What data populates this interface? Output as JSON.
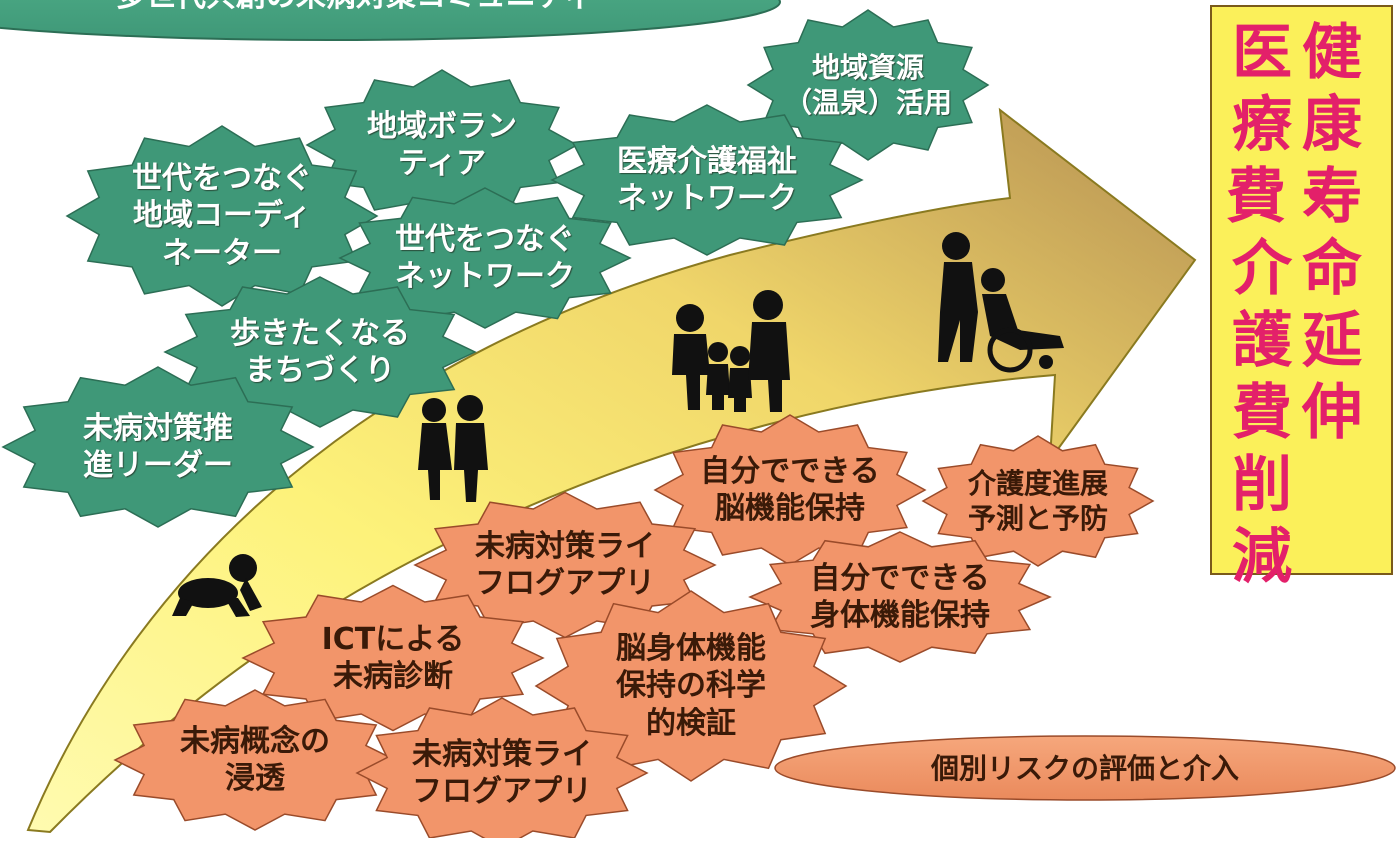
{
  "top_banner": {
    "text": "多世代共創の未病対策コミュニティ"
  },
  "title_columns": {
    "right": "健康寿命延伸",
    "left": "医療費・介護費削減"
  },
  "green_items": [
    {
      "id": "local-resources",
      "text": "地域資源\n（温泉）活用"
    },
    {
      "id": "local-volunteer",
      "text": "地域ボラン\nティア"
    },
    {
      "id": "medical-network",
      "text": "医療介護福祉\nネットワーク"
    },
    {
      "id": "coordinator",
      "text": "世代をつなぐ\n地域コーディ\nネーター"
    },
    {
      "id": "generation-network",
      "text": "世代をつなぐ\nネットワーク"
    },
    {
      "id": "walkable-town",
      "text": "歩きたくなる\nまちづくり"
    },
    {
      "id": "promotion-leader",
      "text": "未病対策推\n進リーダー"
    }
  ],
  "orange_items": [
    {
      "id": "brain-function",
      "text": "自分でできる\n脳機能保持"
    },
    {
      "id": "care-prediction",
      "text": "介護度進展\n予測と予防"
    },
    {
      "id": "lifelog-app-1",
      "text": "未病対策ライ\nフログアプリ"
    },
    {
      "id": "body-function",
      "text": "自分でできる\n身体機能保持"
    },
    {
      "id": "ict-diagnosis",
      "text": "ICTによる\n未病診断"
    },
    {
      "id": "scientific-verification",
      "text": "脳身体機能\n保持の科学\n的検証"
    },
    {
      "id": "concept-spread",
      "text": "未病概念の\n浸透"
    },
    {
      "id": "lifelog-app-2",
      "text": "未病対策ライ\nフログアプリ"
    }
  ],
  "risk_oval": {
    "text": "個別リスクの評価と介入"
  },
  "colors": {
    "green_fill": "#3f9878",
    "green_stroke": "#2c6e55",
    "orange_fill": "#f2956a",
    "orange_stroke": "#9a4b2a",
    "title_bg": "#fbf05a",
    "title_text": "#e3206a",
    "arrow_tail": "#fff58a",
    "arrow_head": "#b99454"
  }
}
